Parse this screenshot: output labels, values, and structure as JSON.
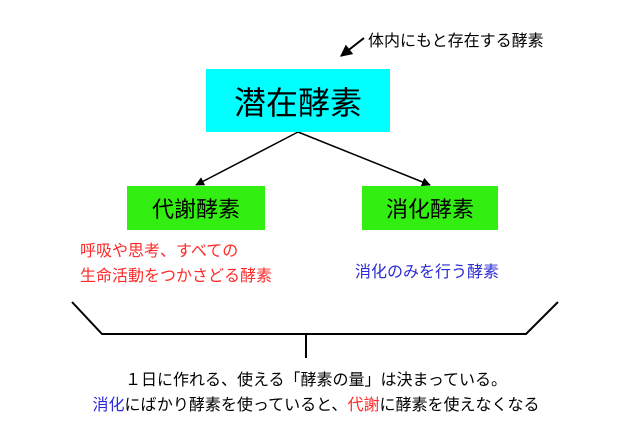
{
  "top_note": "体内にもと存在する酵素",
  "root": {
    "label": "潜在酵素"
  },
  "children": [
    {
      "label": "代謝酵素",
      "desc_lines": [
        "呼吸や思考、すべての",
        "生命活動をつかさどる酵素"
      ]
    },
    {
      "label": "消化酵素",
      "desc_lines": [
        "消化のみを行う酵素"
      ]
    }
  ],
  "bottom": {
    "line1": "１日に作れる、使える「酵素の量」は決まっている。",
    "line2": {
      "part1": "消化",
      "part2": "にばかり酵素を使っていると、",
      "part3": "代謝",
      "part4": "に酵素を使えなくなる"
    }
  },
  "colors": {
    "root_fill": "#00ffff",
    "child_fill": "#33ee11",
    "red_text": "#ff2a2a",
    "blue_text": "#2b2bd8"
  }
}
